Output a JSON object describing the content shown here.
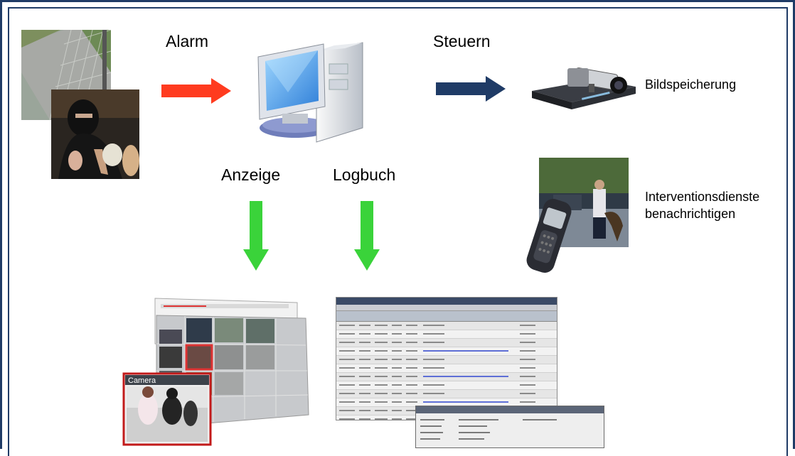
{
  "labels": {
    "alarm": "Alarm",
    "steuern": "Steuern",
    "anzeige": "Anzeige",
    "logbuch": "Logbuch",
    "bildspeicherung": "Bildspeicherung",
    "intervention_line1": "Interventionsdienste",
    "intervention_line2": "benachrichtigen",
    "camera_window_title": "Camera"
  },
  "colors": {
    "frame": "#1f3b66",
    "alarm_arrow": "#ff3b1f",
    "control_arrow": "#1f3b66",
    "down_arrows": "#3ad33a"
  },
  "icons": [
    "camera-feed-fence-image",
    "intruder-image",
    "workstation-computer-icon",
    "video-recorder-camera-image",
    "guard-with-dog-image",
    "mobile-phone-image",
    "video-display-screenshot",
    "logbook-screenshot"
  ]
}
